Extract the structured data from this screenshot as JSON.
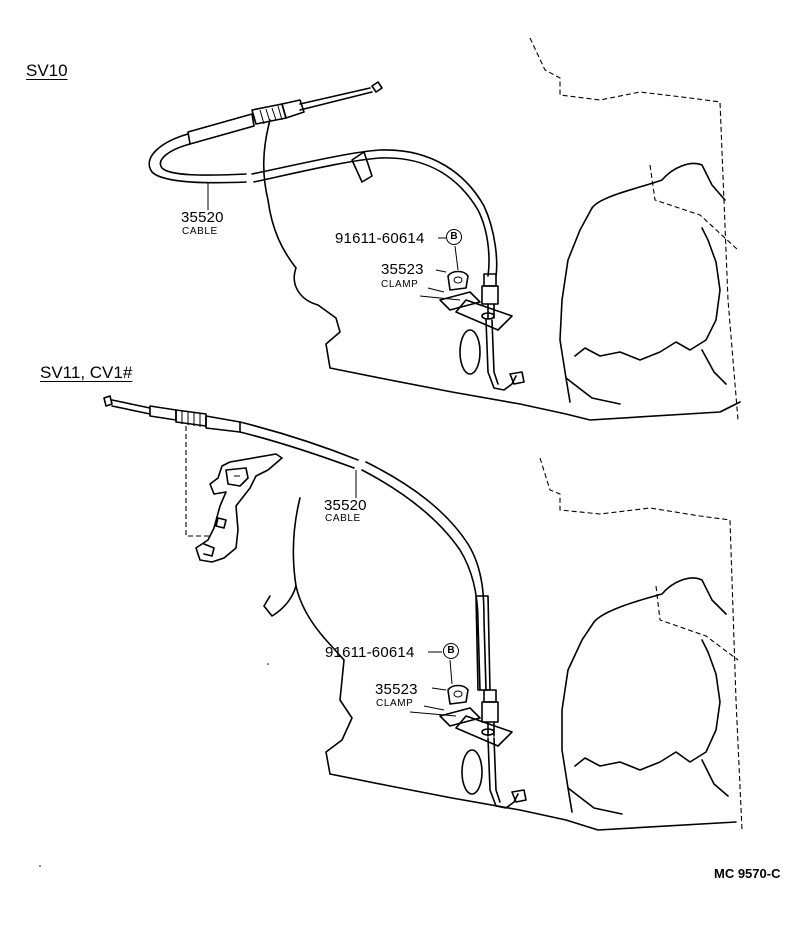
{
  "sections": [
    {
      "variant": "SV10",
      "cable": {
        "part_number": "35520",
        "name": "CABLE"
      },
      "bolt": {
        "part_number": "91611-60614",
        "badge": "B"
      },
      "clamp": {
        "part_number": "35523",
        "name": "CLAMP"
      }
    },
    {
      "variant": "SV11, CV1#",
      "cable": {
        "part_number": "35520",
        "name": "CABLE"
      },
      "bolt": {
        "part_number": "91611-60614",
        "badge": "B"
      },
      "clamp": {
        "part_number": "35523",
        "name": "CLAMP"
      }
    }
  ],
  "figure_code": "MC 9570-C"
}
